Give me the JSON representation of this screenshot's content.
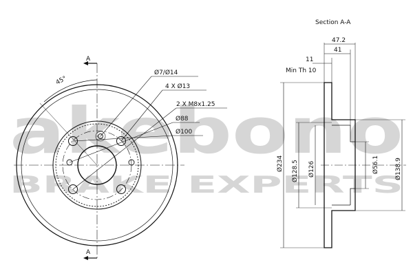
{
  "watermark": {
    "brand": "akebono",
    "tagline": "BRAKE EXPERTS"
  },
  "front_view": {
    "angle_label": "45°",
    "section_mark_top": "A",
    "section_mark_bottom": "A",
    "callouts": [
      "Ø7/Ø14",
      "4 X Ø13",
      "2 X M8x1.25",
      "Ø88",
      "Ø100"
    ]
  },
  "section_view": {
    "title": "Section A-A",
    "top_dims": [
      "47.2",
      "41",
      "11"
    ],
    "min_thickness": "Min Th 10",
    "diameters": [
      "Ø234",
      "Ø128.5",
      "Ø126",
      "Ø56.1",
      "Ø138.9"
    ]
  }
}
